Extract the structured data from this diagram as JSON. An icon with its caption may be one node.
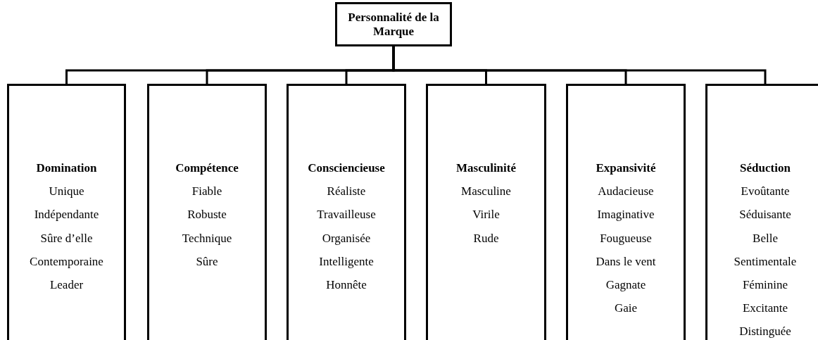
{
  "diagram": {
    "nodes": [
      {
        "text": [
          "Personnalité de la Marque"
        ]
      },
      {
        "text": [
          "Domination",
          "Unique",
          "Indépendante",
          "Sûre d’elle",
          "Contemporaine",
          "Leader"
        ]
      },
      {
        "text": [
          "Compétence",
          "Fiable",
          "Robuste",
          "Technique",
          "Sûre"
        ]
      },
      {
        "text": [
          "Consciencieuse",
          "Réaliste",
          "Travailleuse",
          "Organisée",
          "Intelligente",
          "Honnête"
        ]
      },
      {
        "text": [
          "Masculinité",
          "Masculine",
          "Virile",
          "Rude"
        ]
      },
      {
        "text": [
          "Expansivité",
          "Audacieuse",
          "Imaginative",
          "Fougueuse",
          "Dans le vent",
          "Gagnate",
          "Gaie"
        ]
      },
      {
        "text": [
          "Séduction",
          "Evoûtante",
          "Séduisante",
          "Belle",
          "Sentimentale",
          "Féminine",
          "Excitante",
          "Distinguée"
        ]
      }
    ],
    "edges": [
      {
        "from": 0,
        "to": 1,
        "arrow": "none"
      },
      {
        "from": 0,
        "to": 2,
        "arrow": "none"
      },
      {
        "from": 0,
        "to": 3,
        "arrow": "none"
      },
      {
        "from": 0,
        "to": 4,
        "arrow": "none"
      },
      {
        "from": 0,
        "to": 5,
        "arrow": "none"
      },
      {
        "from": 0,
        "to": 6,
        "arrow": "none"
      }
    ]
  }
}
